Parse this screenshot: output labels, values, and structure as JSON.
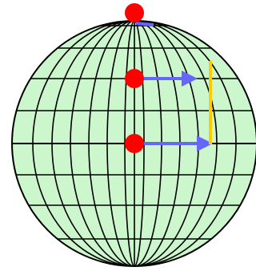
{
  "diagram": {
    "colors": {
      "globe_fill": "#ccf7cc",
      "globe_line": "#000000",
      "point": "#ff0000",
      "arrow": "#6666ff",
      "marker": "#ffcc00",
      "background": "#ffffff"
    },
    "points": [
      {
        "name": "north-pole-point",
        "arrow_length": "short"
      },
      {
        "name": "mid-latitude-point",
        "arrow_length": "long"
      },
      {
        "name": "equator-point",
        "arrow_length": "long"
      }
    ],
    "icons": {
      "point": "red-dot-icon",
      "arrow": "right-arrow-icon",
      "marker": "vertical-yellow-line-icon"
    }
  }
}
